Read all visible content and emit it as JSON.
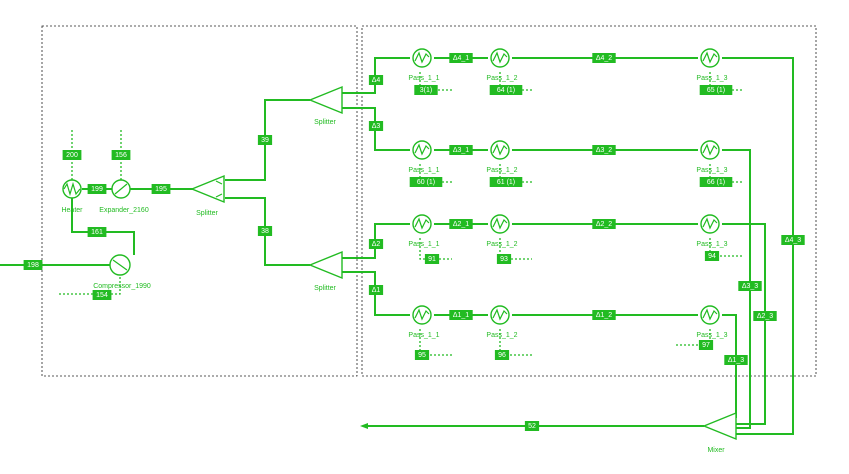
{
  "colors": {
    "stream": "#22bb22",
    "boundary": "#222222",
    "background": "#ffffff"
  },
  "units": {
    "heater": "Heater",
    "expander": "Expander_2160",
    "compressor": "Compressor_1990",
    "splitter_main": "Splitter",
    "splitter_top": "Splitter",
    "splitter_bottom": "Splitter",
    "mixer": "Mixer",
    "pass_rows": [
      [
        "Pass_1_1",
        "Pass_1_2",
        "Pass_1_3"
      ],
      [
        "Pass_1_1",
        "Pass_1_2",
        "Pass_1_3"
      ],
      [
        "Pass_1_1",
        "Pass_1_2",
        "Pass_1_3"
      ],
      [
        "Pass_1_1",
        "Pass_1_2",
        "Pass_1_3"
      ]
    ]
  },
  "streams": {
    "s200": "200",
    "s156": "156",
    "s199": "199",
    "s195": "195",
    "s161": "161",
    "s198": "198",
    "s154": "154",
    "s39": "39",
    "s38": "38",
    "a4": "Δ4",
    "a3": "Δ3",
    "a2": "Δ2",
    "a1": "Δ1",
    "a4_1": "Δ4_1",
    "a4_2": "Δ4_2",
    "a4_3": "Δ4_3",
    "a3_1": "Δ3_1",
    "a3_2": "Δ3_2",
    "a3_3": "Δ3_3",
    "a2_1": "Δ2_1",
    "a2_2": "Δ2_2",
    "a2_3": "Δ2_3",
    "a1_1": "Δ1_1",
    "a1_2": "Δ1_2",
    "a1_3": "Δ1_3",
    "q_r1_1": "3(1)",
    "q_r1_2": "64 (1)",
    "q_r1_3": "65 (1)",
    "q_r2_1": "60 (1)",
    "q_r2_2": "61 (1)",
    "q_r2_3": "66 (1)",
    "q_r3_1": "91",
    "q_r3_2": "93",
    "q_r3_3": "94",
    "q_r4_1": "95",
    "q_r4_2": "96",
    "q_r4_3": "97",
    "s52": "52"
  }
}
